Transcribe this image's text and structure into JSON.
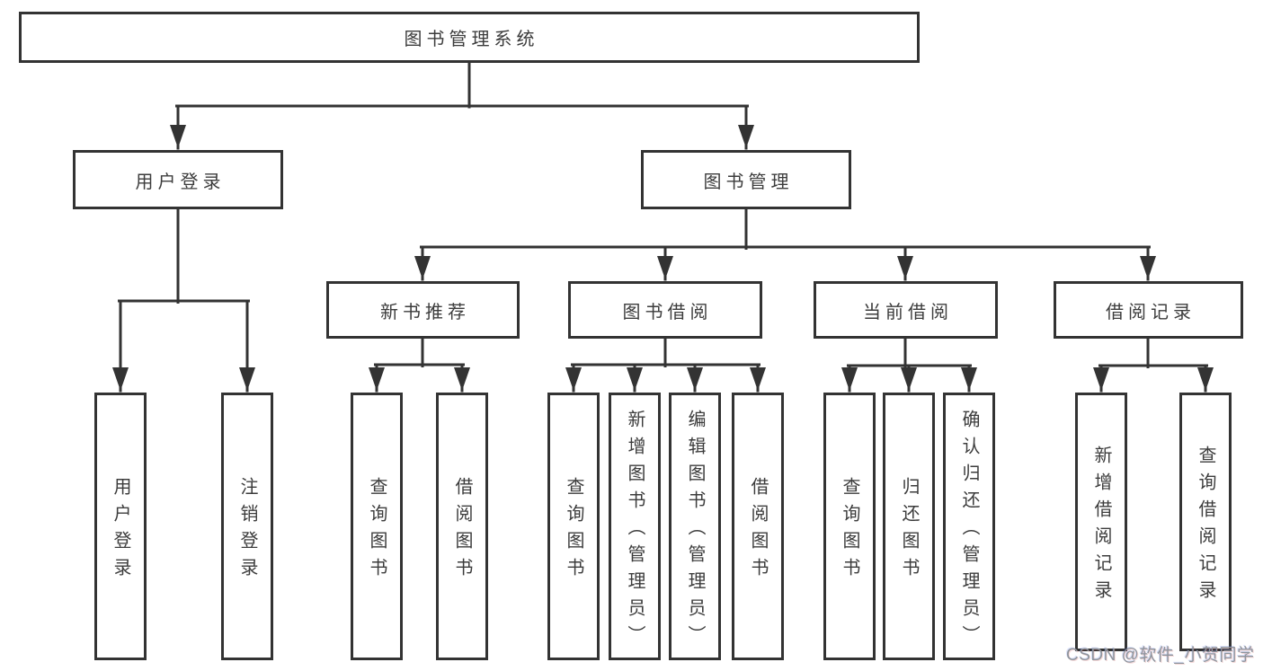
{
  "tree": {
    "root": {
      "label": "图书管理系统",
      "children": [
        {
          "label": "用户登录",
          "children": [
            {
              "label": "用户登录"
            },
            {
              "label": "注销登录"
            }
          ]
        },
        {
          "label": "图书管理",
          "children": [
            {
              "label": "新书推荐",
              "children": [
                {
                  "label": "查询图书"
                },
                {
                  "label": "借阅图书"
                }
              ]
            },
            {
              "label": "图书借阅",
              "children": [
                {
                  "label": "查询图书"
                },
                {
                  "label": "新增图书（管理员）"
                },
                {
                  "label": "编辑图书（管理员）"
                },
                {
                  "label": "借阅图书"
                }
              ]
            },
            {
              "label": "当前借阅",
              "children": [
                {
                  "label": "查询图书"
                },
                {
                  "label": "归还图书"
                },
                {
                  "label": "确认归还（管理员）"
                }
              ]
            },
            {
              "label": "借阅记录",
              "children": [
                {
                  "label": "新增借阅记录"
                },
                {
                  "label": "查询借阅记录"
                }
              ]
            }
          ]
        }
      ]
    }
  },
  "watermark": "CSDN @软件_小贺同学",
  "colors": {
    "line": "#333333",
    "text": "#3c3c3c",
    "watermark": "#8f959c",
    "background": "#ffffff"
  }
}
